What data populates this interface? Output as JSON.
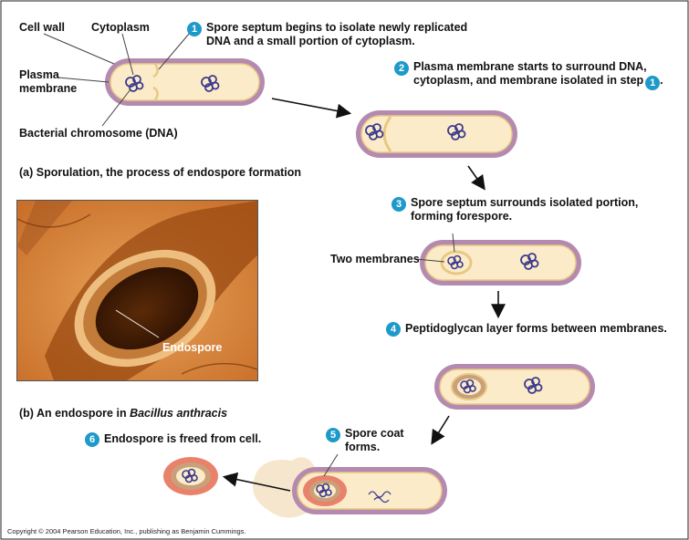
{
  "labels": {
    "cell_wall": "Cell wall",
    "cytoplasm": "Cytoplasm",
    "plasma_membrane_1": "Plasma",
    "plasma_membrane_2": "membrane",
    "bacterial_chromosome": "Bacterial chromosome (DNA)",
    "two_membranes": "Two membranes",
    "endospore_photo": "Endospore"
  },
  "steps": [
    {
      "number": "1",
      "lines": [
        "Spore septum begins to isolate newly replicated",
        "DNA and a small portion of cytoplasm."
      ]
    },
    {
      "number": "2",
      "lines": [
        "Plasma membrane starts to surround DNA,",
        "cytoplasm, and membrane isolated in step"
      ],
      "ref": "1",
      "tail": "."
    },
    {
      "number": "3",
      "lines": [
        "Spore septum surrounds isolated portion,",
        "forming forespore."
      ]
    },
    {
      "number": "4",
      "lines": [
        "Peptidoglycan layer forms between membranes."
      ]
    },
    {
      "number": "5",
      "lines": [
        "Spore coat",
        "forms."
      ]
    },
    {
      "number": "6",
      "lines": [
        "Endospore is freed from cell."
      ]
    }
  ],
  "captions": {
    "a": "(a) Sporulation, the process of endospore formation",
    "b_prefix": "(b) An endospore in ",
    "b_italic": "Bacillus anthracis"
  },
  "copyright": "Copyright © 2004 Pearson Education, Inc., publishing as Benjamin Cummings.",
  "colors": {
    "cell_wall": "#b58ab0",
    "cytoplasm": "#fcebc9",
    "membrane": "#f0d48a",
    "spore_coat": "#e9826b",
    "dna": "#3a3a8c",
    "step_badge": "#1d9ac9",
    "arrow": "#111111"
  }
}
